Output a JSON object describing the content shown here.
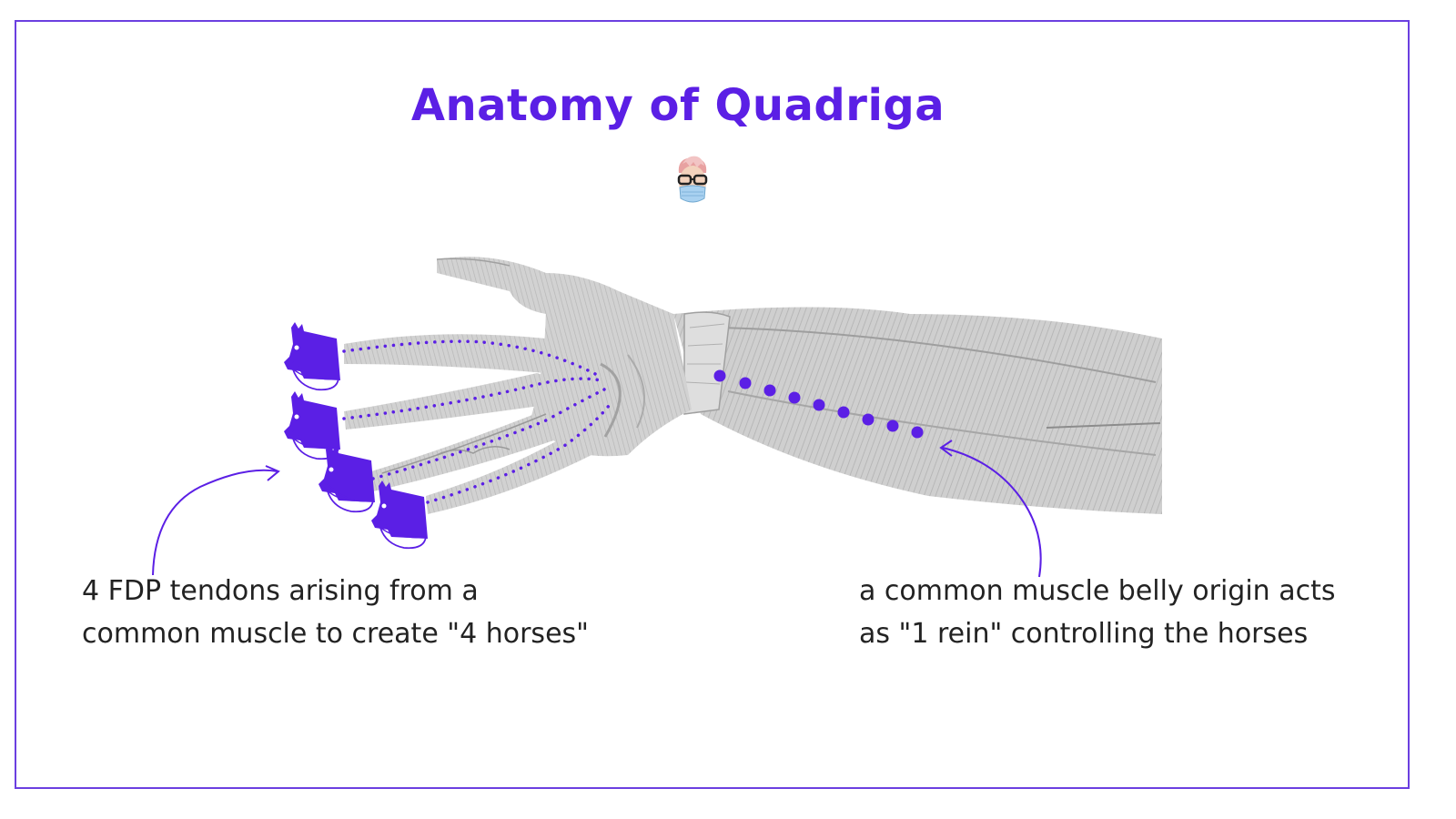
{
  "title": "Anatomy of Quadriga",
  "colors": {
    "accent": "#5b1fe5",
    "frame": "#6b3fe0",
    "anatomy_gray": "#c6c6c6",
    "text": "#222222"
  },
  "icons": {
    "avatar": "doctor-avatar-with-mask-icon",
    "horse": "horse-head-icon"
  },
  "captions": {
    "left": {
      "line1": "4 FDP tendons arising from a",
      "line2": "common muscle to create \"4 horses\""
    },
    "right": {
      "line1": "a common muscle belly origin acts",
      "line2": "as \"1 rein\" controlling the horses"
    }
  }
}
